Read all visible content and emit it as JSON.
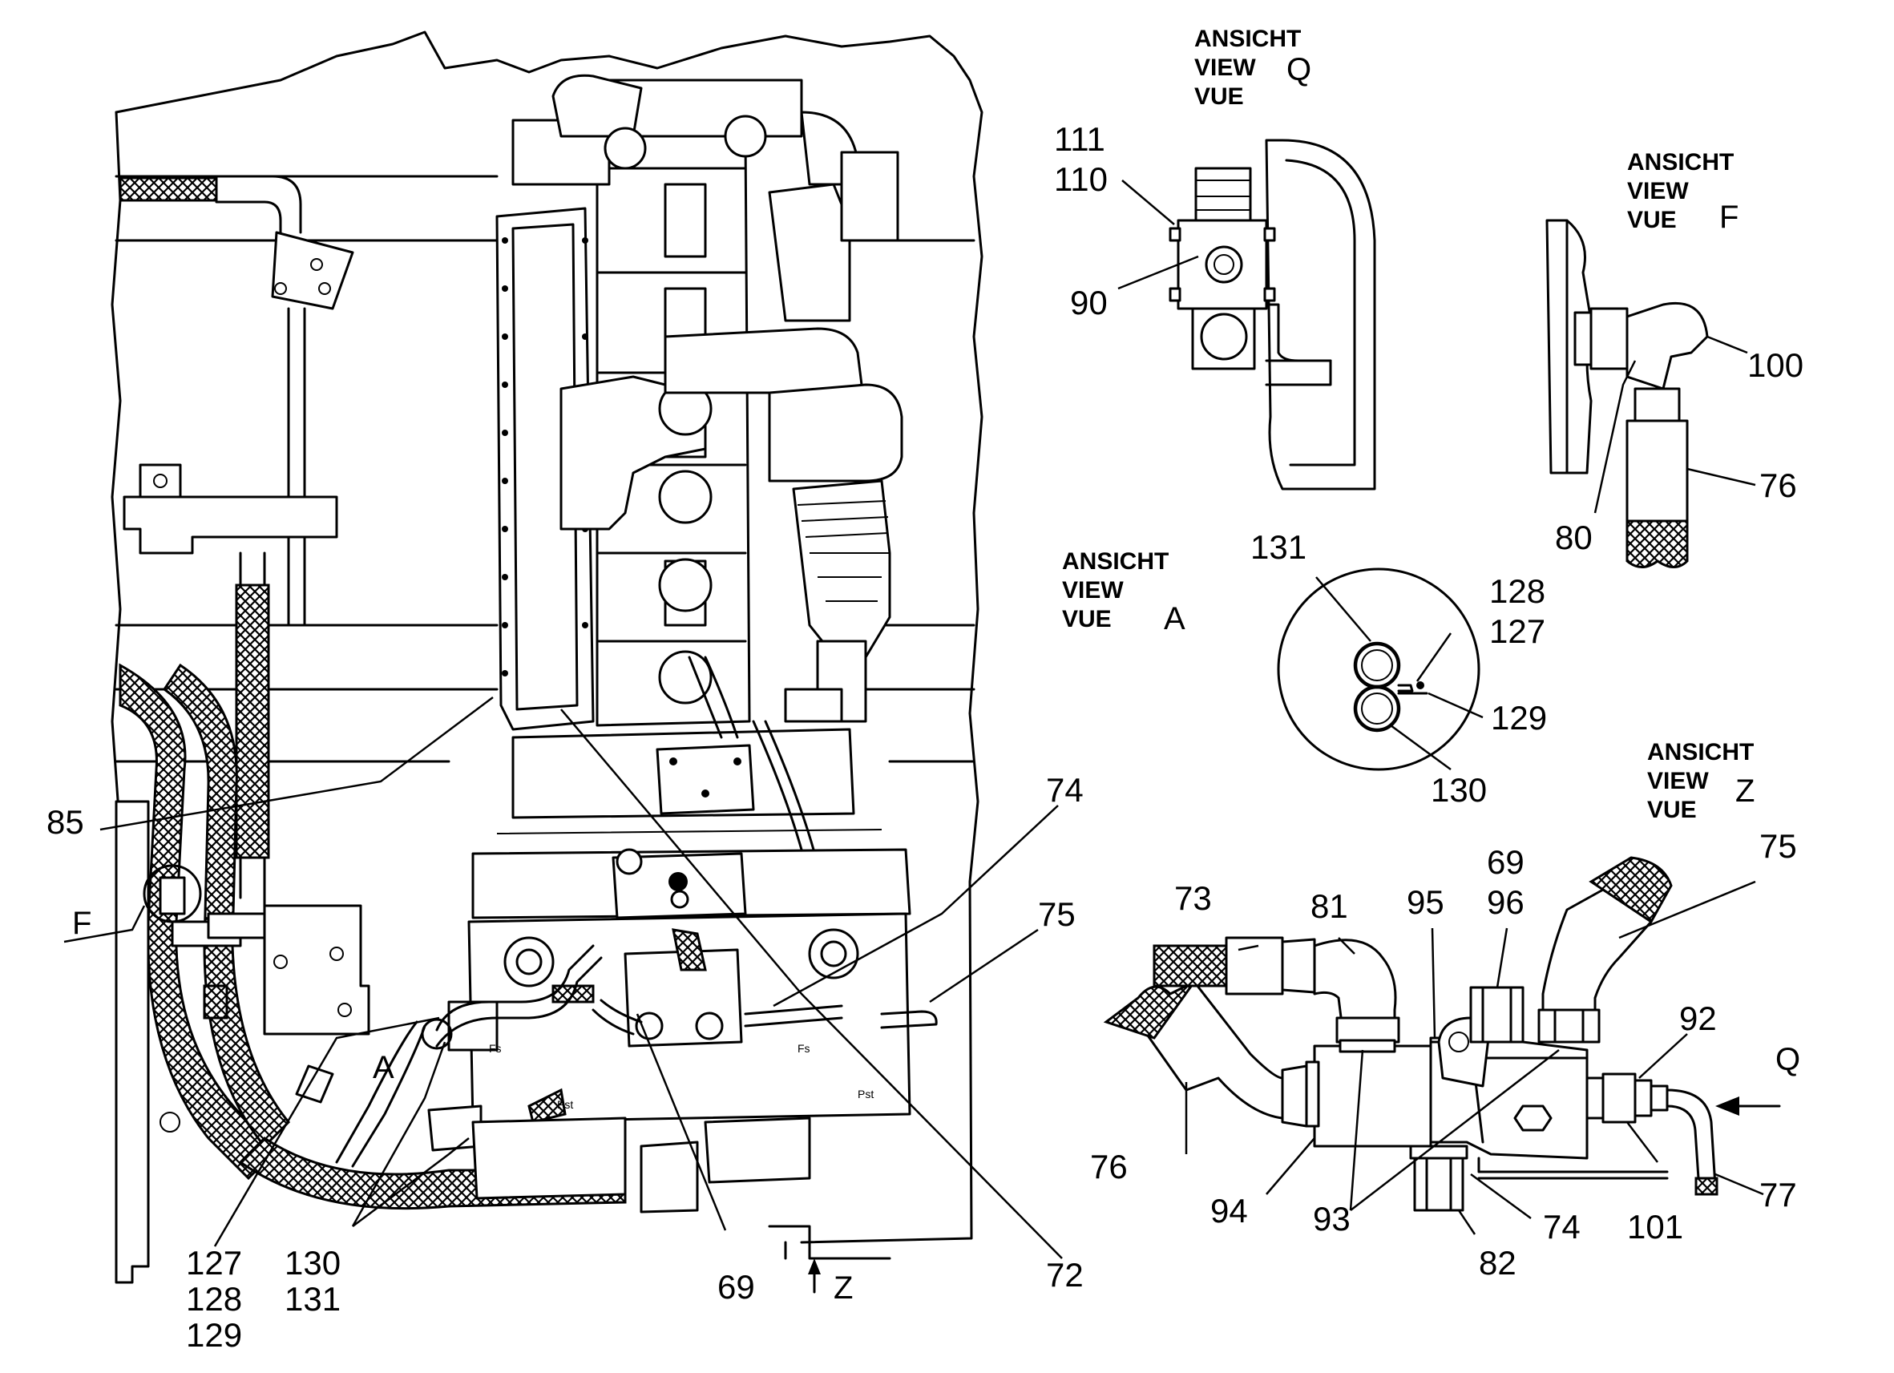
{
  "view_labels": {
    "q": {
      "l1": "ANSICHT",
      "l2": "VIEW",
      "l3": "VUE",
      "letter": "Q"
    },
    "f": {
      "l1": "ANSICHT",
      "l2": "VIEW",
      "l3": "VUE",
      "letter": "F"
    },
    "a": {
      "l1": "ANSICHT",
      "l2": "VIEW",
      "l3": "VUE",
      "letter": "A"
    },
    "z": {
      "l1": "ANSICHT",
      "l2": "VIEW",
      "l3": "VUE",
      "letter": "Z"
    }
  },
  "main_view": {
    "parts": {
      "p85": "85",
      "p74": "74",
      "p75": "75",
      "p72": "72",
      "p69": "69",
      "p127": "127",
      "p128": "128",
      "p129": "129",
      "p130": "130",
      "p131": "131"
    },
    "markers": {
      "f": "F",
      "a": "A",
      "z": "Z"
    },
    "small_text": {
      "fs1": "Fs",
      "pst1": "Pst",
      "fs2": "Fs",
      "pst2": "Pst"
    }
  },
  "view_q_parts": {
    "p111": "111",
    "p110": "110",
    "p90": "90"
  },
  "view_f_parts": {
    "p100": "100",
    "p76": "76",
    "p80": "80"
  },
  "view_a_parts": {
    "p131": "131",
    "p128": "128",
    "p127": "127",
    "p129": "129",
    "p130": "130"
  },
  "view_z_parts": {
    "p73": "73",
    "p81": "81",
    "p95": "95",
    "p69": "69",
    "p96": "96",
    "p75": "75",
    "p92": "92",
    "q": "Q",
    "p76": "76",
    "p94": "94",
    "p93": "93",
    "p82": "82",
    "p74": "74",
    "p101": "101",
    "p77": "77"
  }
}
